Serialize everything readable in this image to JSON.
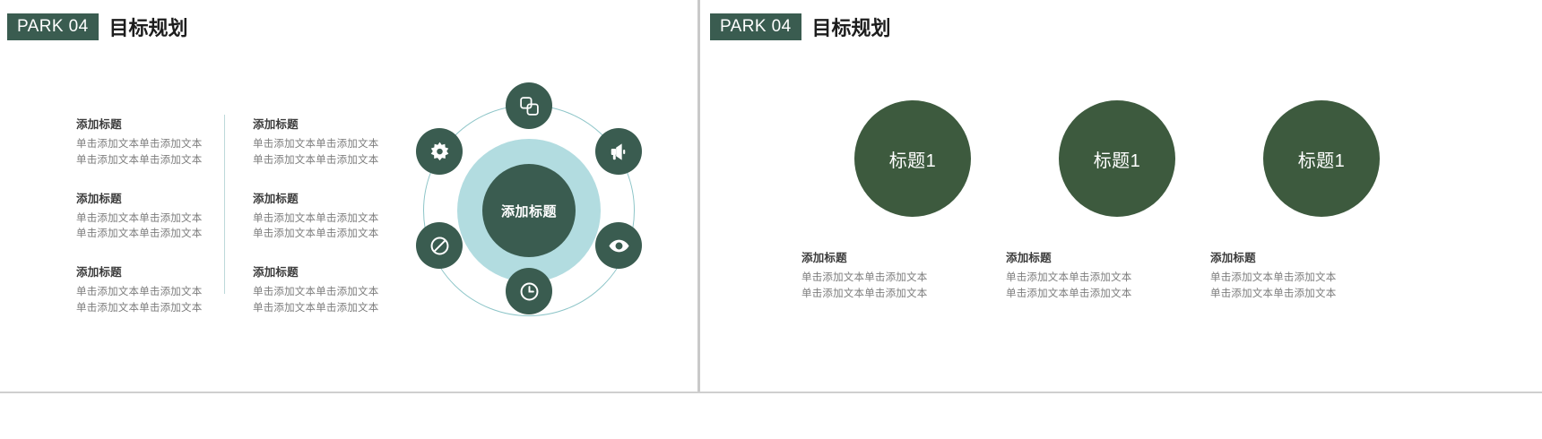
{
  "colors": {
    "dark_green": "#3a5c50",
    "circle_green": "#3d5a3e",
    "light_teal": "#b2dce0",
    "ring_teal": "#8dc5c8",
    "title_text": "#3c3c3c",
    "body_text": "#7d7d7d",
    "divider_gray": "#c9c9c9"
  },
  "slides": [
    {
      "header": {
        "badge": "PARK 04",
        "title": "目标规划"
      },
      "columns": [
        {
          "blocks": [
            {
              "title": "添加标题",
              "body": "单击添加文本单击添加文本\n单击添加文本单击添加文本"
            },
            {
              "title": "添加标题",
              "body": "单击添加文本单击添加文本\n单击添加文本单击添加文本"
            },
            {
              "title": "添加标题",
              "body": "单击添加文本单击添加文本\n单击添加文本单击添加文本"
            }
          ]
        },
        {
          "blocks": [
            {
              "title": "添加标题",
              "body": "单击添加文本单击添加文本\n单击添加文本单击添加文本"
            },
            {
              "title": "添加标题",
              "body": "单击添加文本单击添加文本\n单击添加文本单击添加文本"
            },
            {
              "title": "添加标题",
              "body": "单击添加文本单击添加文本\n单击添加文本单击添加文本"
            }
          ]
        }
      ],
      "hub": {
        "center_label": "添加标题",
        "nodes": [
          {
            "icon": "layers-icon",
            "position": "top"
          },
          {
            "icon": "megaphone-icon",
            "position": "top-right"
          },
          {
            "icon": "eye-icon",
            "position": "bottom-right"
          },
          {
            "icon": "clock-icon",
            "position": "bottom"
          },
          {
            "icon": "ban-icon",
            "position": "bottom-left"
          },
          {
            "icon": "gear-icon",
            "position": "top-left"
          }
        ]
      }
    },
    {
      "header": {
        "badge": "PARK 04",
        "title": "目标规划"
      },
      "circles": [
        {
          "label": "标题1",
          "caption_title": "添加标题",
          "caption_body": "单击添加文本单击添加文本\n单击添加文本单击添加文本"
        },
        {
          "label": "标题1",
          "caption_title": "添加标题",
          "caption_body": "单击添加文本单击添加文本\n单击添加文本单击添加文本"
        },
        {
          "label": "标题1",
          "caption_title": "添加标题",
          "caption_body": "单击添加文本单击添加文本\n单击添加文本单击添加文本"
        }
      ]
    }
  ]
}
